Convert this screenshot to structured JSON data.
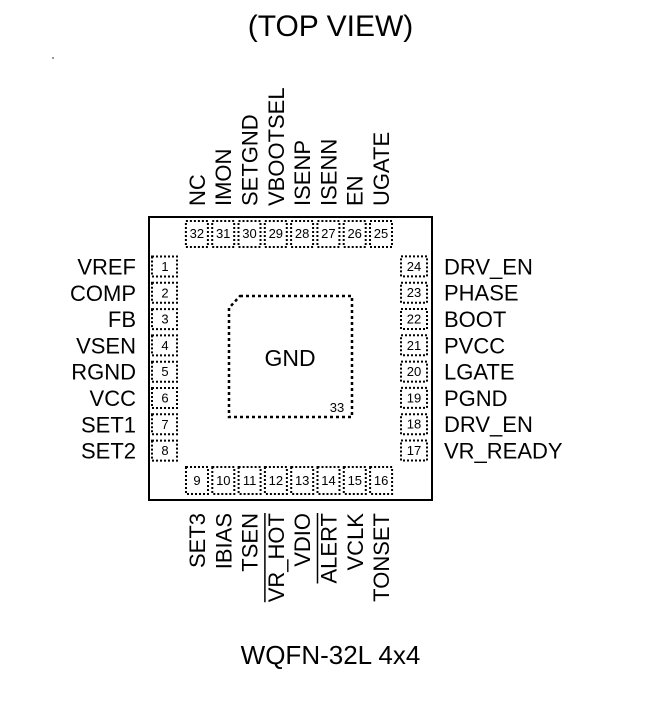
{
  "header": {
    "title": "(TOP VIEW)"
  },
  "package": {
    "name": "WQFN-32L 4x4",
    "center_pad": {
      "label": "GND",
      "pin": "33"
    }
  },
  "pins": {
    "left": [
      {
        "num": "1",
        "name": "VREF"
      },
      {
        "num": "2",
        "name": "COMP"
      },
      {
        "num": "3",
        "name": "FB"
      },
      {
        "num": "4",
        "name": "VSEN"
      },
      {
        "num": "5",
        "name": "RGND"
      },
      {
        "num": "6",
        "name": "VCC"
      },
      {
        "num": "7",
        "name": "SET1"
      },
      {
        "num": "8",
        "name": "SET2"
      }
    ],
    "bottom": [
      {
        "num": "9",
        "name": "SET3",
        "overline": false
      },
      {
        "num": "10",
        "name": "IBIAS",
        "overline": false
      },
      {
        "num": "11",
        "name": "TSEN",
        "overline": false
      },
      {
        "num": "12",
        "name": "VR_HOT",
        "overline": true
      },
      {
        "num": "13",
        "name": "VDIO",
        "overline": false
      },
      {
        "num": "14",
        "name": "ALERT",
        "overline": true
      },
      {
        "num": "15",
        "name": "VCLK",
        "overline": false
      },
      {
        "num": "16",
        "name": "TONSET",
        "overline": false
      }
    ],
    "right": [
      {
        "num": "17",
        "name": "VR_READY"
      },
      {
        "num": "18",
        "name": "DRV_EN"
      },
      {
        "num": "19",
        "name": "PGND"
      },
      {
        "num": "20",
        "name": "LGATE"
      },
      {
        "num": "21",
        "name": "PVCC"
      },
      {
        "num": "22",
        "name": "BOOT"
      },
      {
        "num": "23",
        "name": "PHASE"
      },
      {
        "num": "24",
        "name": "DRV_EN"
      }
    ],
    "top": [
      {
        "num": "25",
        "name": "UGATE"
      },
      {
        "num": "26",
        "name": "EN"
      },
      {
        "num": "27",
        "name": "ISENN"
      },
      {
        "num": "28",
        "name": "ISENP"
      },
      {
        "num": "29",
        "name": "VBOOTSEL"
      },
      {
        "num": "30",
        "name": "SETGND"
      },
      {
        "num": "31",
        "name": "IMON"
      },
      {
        "num": "32",
        "name": "NC"
      }
    ]
  }
}
